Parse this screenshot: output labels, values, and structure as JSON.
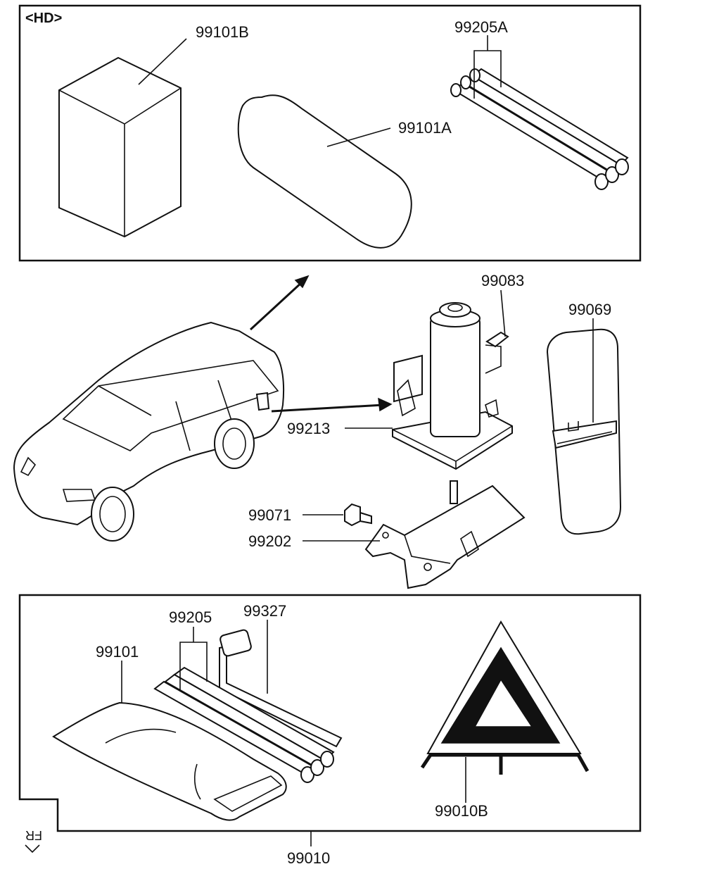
{
  "hd_label": "<HD>",
  "part_labels": {
    "p99101B": "99101B",
    "p99205A": "99205A",
    "p99101A": "99101A",
    "p99083": "99083",
    "p99069": "99069",
    "p99213": "99213",
    "p99071": "99071",
    "p99202": "99202",
    "p99205": "99205",
    "p99327": "99327",
    "p99101": "99101",
    "p99010B": "99010B",
    "p99010": "99010"
  },
  "fr_mark": "FR"
}
